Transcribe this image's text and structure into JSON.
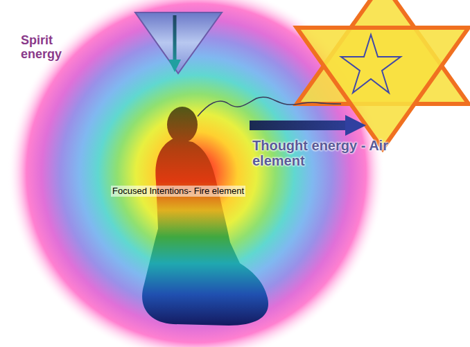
{
  "diagram": {
    "labels": [
      "Spirit energy",
      "Thought energy - Air element",
      "Focused Intentions- Fire element"
    ]
  }
}
